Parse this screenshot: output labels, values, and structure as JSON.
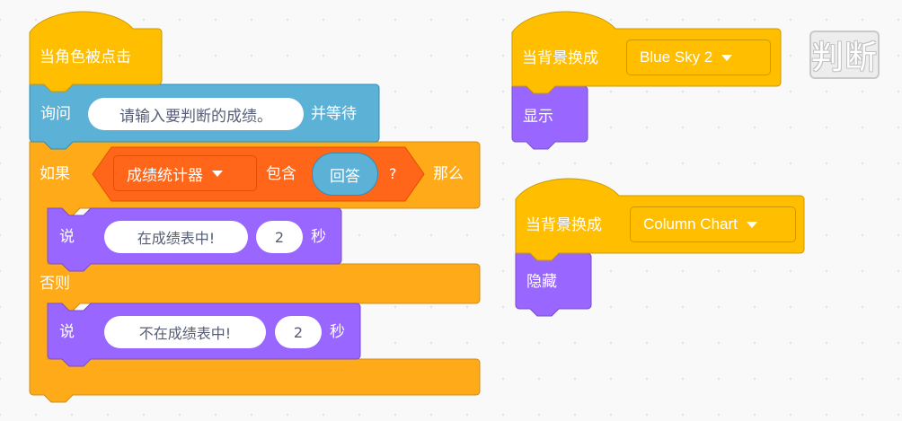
{
  "colors": {
    "events": "#ffbf00",
    "events_border": "#cc9900",
    "control": "#ffab19",
    "control_border": "#cf8b17",
    "sensing": "#5cb1d6",
    "sensing_border": "#2e8eb8",
    "looks": "#9966ff",
    "looks_border": "#774dcb",
    "data_list": "#ff661a",
    "data_list_border": "#e64d00"
  },
  "script1": {
    "hat_label": "当角色被点击",
    "ask": {
      "label": "询问",
      "input_value": "请输入要判断的成绩。",
      "suffix": "并等待"
    },
    "if_else": {
      "if_label": "如果",
      "condition": {
        "list_name": "成绩统计器",
        "contains_label": "包含",
        "answer_label": "回答",
        "question_mark": "?"
      },
      "then_label": "那么",
      "say_true": {
        "label": "说",
        "message": "在成绩表中!",
        "seconds": "2",
        "unit": "秒"
      },
      "else_label": "否则",
      "say_false": {
        "label": "说",
        "message": "不在成绩表中!",
        "seconds": "2",
        "unit": "秒"
      }
    }
  },
  "script2": {
    "hat_label": "当背景换成",
    "backdrop": "Blue Sky 2",
    "action_label": "显示"
  },
  "script3": {
    "hat_label": "当背景换成",
    "backdrop": "Column Chart",
    "action_label": "隐藏"
  },
  "sprite": {
    "label": "判断"
  }
}
